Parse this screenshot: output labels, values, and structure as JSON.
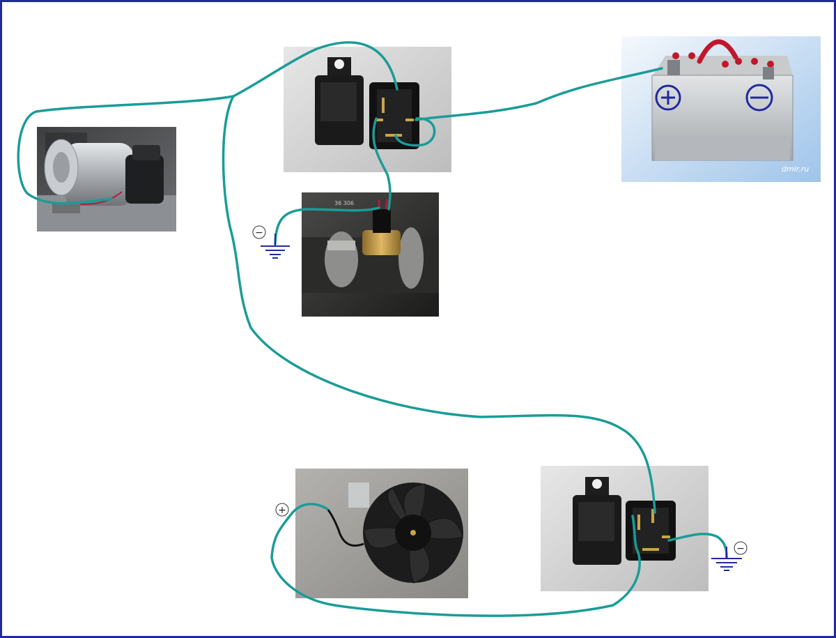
{
  "diagram": {
    "frame_color": "#1f2a9c",
    "wire_color": "#1a9c98",
    "symbol_color": "#1f2a9c",
    "components": [
      {
        "id": "pump",
        "kind": "electric-water-pump-photo"
      },
      {
        "id": "relay-top",
        "kind": "relay-photo"
      },
      {
        "id": "battery",
        "kind": "battery-photo"
      },
      {
        "id": "temp-sensor",
        "kind": "temperature-switch-photo"
      },
      {
        "id": "fan",
        "kind": "cooling-fan-photo"
      },
      {
        "id": "relay-bottom",
        "kind": "relay-photo"
      }
    ],
    "battery": {
      "plus_symbol": "+",
      "minus_symbol": "−",
      "watermark": "dmir.ru"
    },
    "sensor_label": "36 306",
    "markers": {
      "sensor_ground": "−",
      "fan_positive": "+",
      "relay_ground": "−"
    }
  }
}
